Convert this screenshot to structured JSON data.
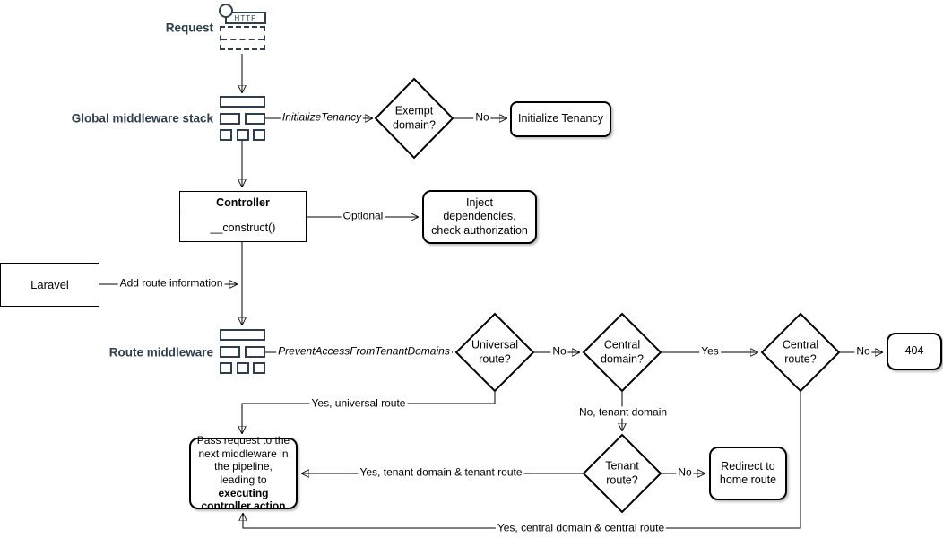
{
  "colors": {
    "accent_navy": "#2f3e4f",
    "line_black": "#000000",
    "background": "#ffffff",
    "uml_divider_gray": "#b3b3b3"
  },
  "nodes": {
    "request": {
      "label": "Request",
      "icon_text": "HTTP"
    },
    "global_middleware": {
      "label": "Global middleware stack"
    },
    "exempt_domain": {
      "label": "Exempt domain?"
    },
    "initialize_tenancy": {
      "label": "Initialize Tenancy"
    },
    "controller": {
      "title": "Controller",
      "method": "__construct()"
    },
    "inject": {
      "label": "Inject dependencies, check authorization"
    },
    "laravel": {
      "label": "Laravel"
    },
    "route_middleware": {
      "label": "Route middleware"
    },
    "universal_route": {
      "label": "Universal route?"
    },
    "central_domain": {
      "label": "Central domain?"
    },
    "central_route": {
      "label": "Central route?"
    },
    "not_found": {
      "label": "404"
    },
    "tenant_route": {
      "label": "Tenant route?"
    },
    "redirect_home": {
      "label": "Redirect to home route"
    },
    "pass_request": {
      "text_normal": "Pass request to the next middleware in the pipeline, leading to ",
      "text_bold": "executing controller action"
    }
  },
  "edge_labels": {
    "initialize_tenancy": "InitializeTenancy",
    "exempt_no": "No",
    "optional": "Optional",
    "add_route_info": "Add route information",
    "prevent_access": "PreventAccessFromTenantDomains",
    "universal_no": "No",
    "central_domain_yes": "Yes",
    "central_route_no": "No",
    "yes_universal": "Yes, universal route",
    "no_tenant_domain": "No, tenant domain",
    "tenant_no": "No",
    "yes_tenant": "Yes, tenant domain & tenant route",
    "yes_central": "Yes, central domain & central route"
  }
}
